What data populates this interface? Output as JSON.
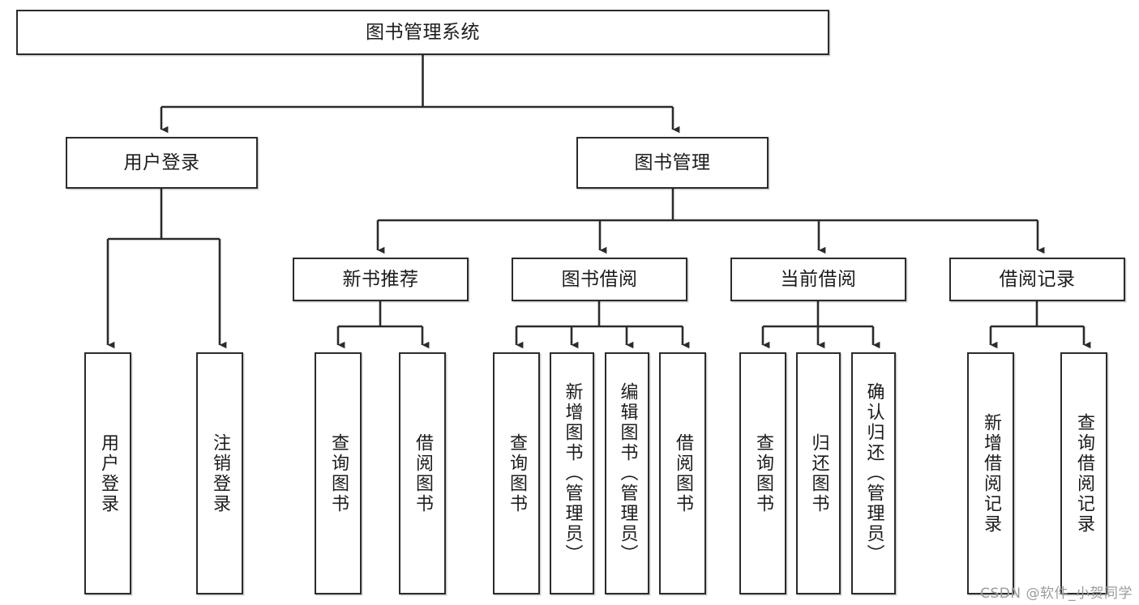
{
  "diagram": {
    "title": "图书管理系统",
    "type": "tree-hierarchy-chart",
    "colors": {
      "box_border": "#2b2b2b",
      "box_fill": "#ffffff",
      "connector": "#2b2b2b",
      "text": "#1c1c1c",
      "watermark": "#9b9b9b"
    },
    "root": {
      "label": "图书管理系统"
    },
    "level2": [
      {
        "label": "用户登录"
      },
      {
        "label": "图书管理"
      }
    ],
    "level3": [
      {
        "label": "新书推荐"
      },
      {
        "label": "图书借阅"
      },
      {
        "label": "当前借阅"
      },
      {
        "label": "借阅记录"
      }
    ],
    "leaves": [
      {
        "label": "用户登录",
        "parent": "用户登录"
      },
      {
        "label": "注销登录",
        "parent": "用户登录"
      },
      {
        "label": "查询图书",
        "parent": "新书推荐"
      },
      {
        "label": "借阅图书",
        "parent": "新书推荐"
      },
      {
        "label": "查询图书",
        "parent": "图书借阅"
      },
      {
        "label": "新增图书（管理员）",
        "parent": "图书借阅"
      },
      {
        "label": "编辑图书（管理员）",
        "parent": "图书借阅"
      },
      {
        "label": "借阅图书",
        "parent": "图书借阅"
      },
      {
        "label": "查询图书",
        "parent": "当前借阅"
      },
      {
        "label": "归还图书",
        "parent": "当前借阅"
      },
      {
        "label": "确认归还（管理员）",
        "parent": "当前借阅"
      },
      {
        "label": "新增借阅记录",
        "parent": "借阅记录"
      },
      {
        "label": "查询借阅记录",
        "parent": "借阅记录"
      }
    ]
  },
  "watermark": {
    "text": "CSDN @软件_小贺同学"
  }
}
